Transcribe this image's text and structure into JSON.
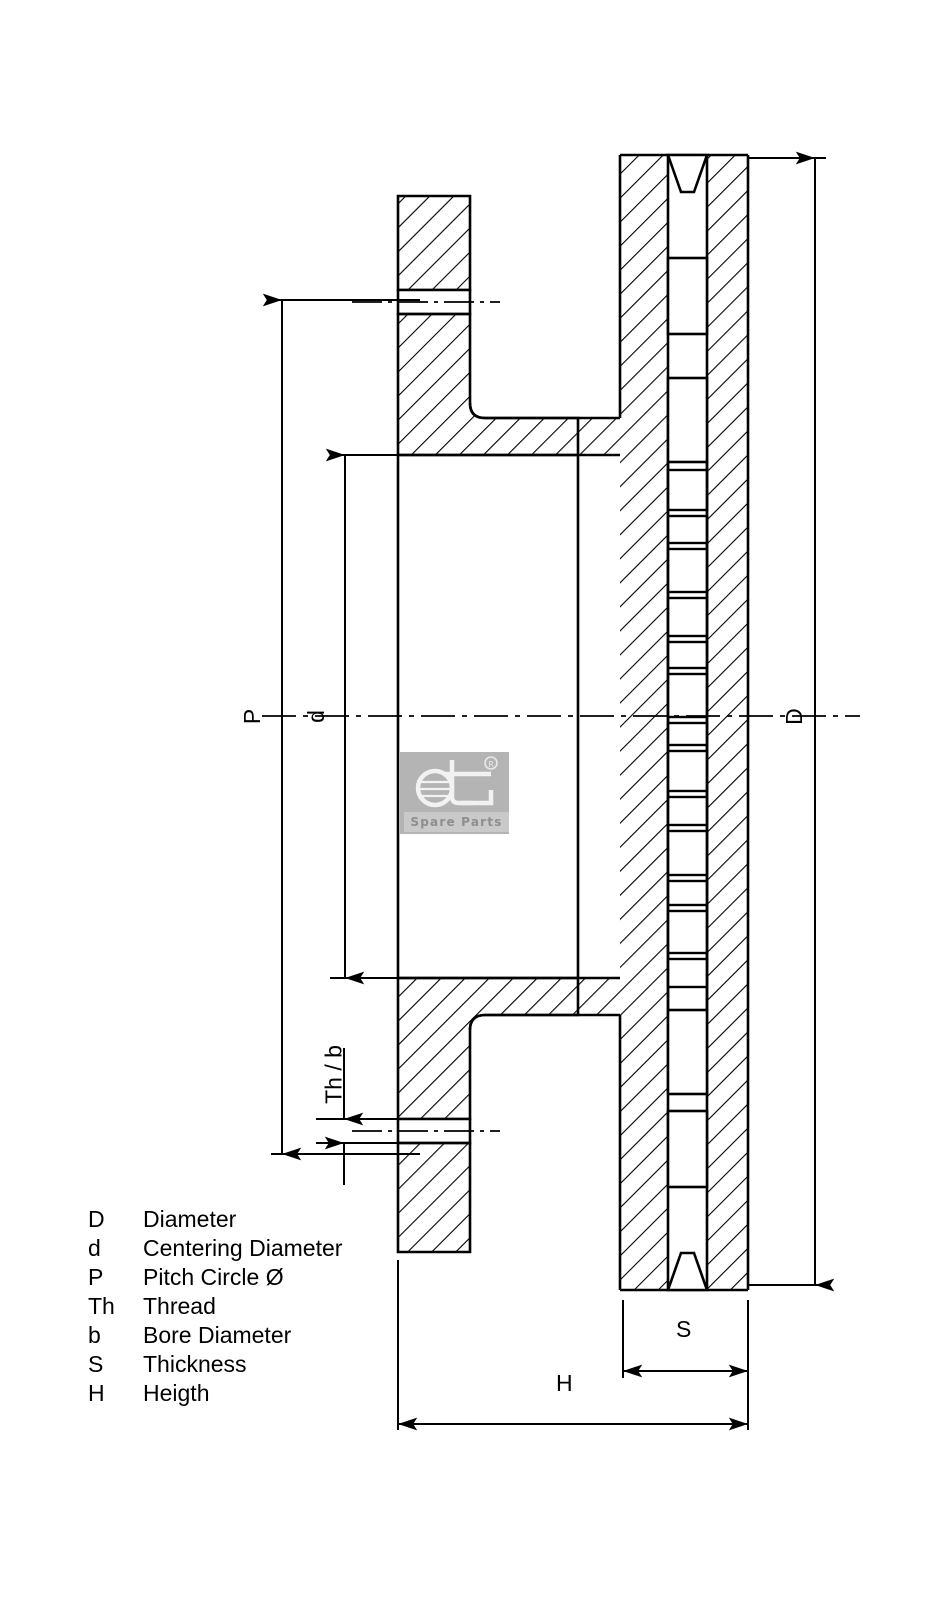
{
  "document": {
    "type": "technical-drawing",
    "subject": "Brake disc cross-section with dimension callouts"
  },
  "dimensions": {
    "pitch_circle": "P",
    "centering_diameter": "d",
    "thread_bore": "Th / b",
    "outer_diameter": "D",
    "thickness": "S",
    "height": "H"
  },
  "legend": {
    "rows": [
      {
        "symbol": "D",
        "description": "Diameter"
      },
      {
        "symbol": "d",
        "description": "Centering Diameter"
      },
      {
        "symbol": "P",
        "description": "Pitch Circle Ø"
      },
      {
        "symbol": "Th",
        "description": "Thread"
      },
      {
        "symbol": "b",
        "description": "Bore Diameter"
      },
      {
        "symbol": "S",
        "description": "Thickness"
      },
      {
        "symbol": "H",
        "description": "Heigth"
      }
    ]
  },
  "watermark": {
    "brand": "dt",
    "tagline": "Spare Parts",
    "registered_mark": "®",
    "color": "#b4b4b4"
  },
  "colors": {
    "line": "#000000",
    "background": "#ffffff",
    "watermark_grey": "#b4b4b4",
    "watermark_band": "#c9c9c9"
  }
}
